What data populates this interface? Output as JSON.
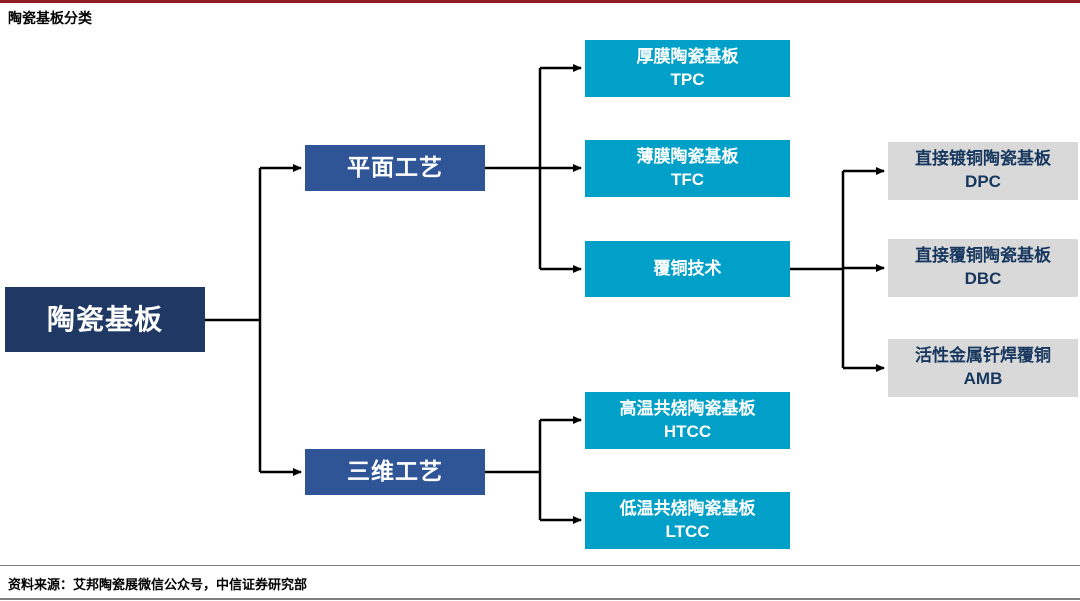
{
  "header": {
    "title": "陶瓷基板分类"
  },
  "footer": {
    "source": "资料来源：艾邦陶瓷展微信公众号，中信证券研究部"
  },
  "colors": {
    "accent_rule": "#8E1F25",
    "root_bg": "#1F3864",
    "branch_bg": "#2F5597",
    "leaf_bg": "#00A0C8",
    "gray_leaf_bg": "#D9D9D9",
    "gray_leaf_text": "#17375E",
    "connector": "#000000"
  },
  "diagram": {
    "root": {
      "label": "陶瓷基板"
    },
    "branches": [
      {
        "label": "平面工艺"
      },
      {
        "label": "三维工艺"
      }
    ],
    "planar_children": [
      {
        "name": "厚膜陶瓷基板",
        "abbr": "TPC"
      },
      {
        "name": "薄膜陶瓷基板",
        "abbr": "TFC"
      },
      {
        "name": "覆铜技术",
        "abbr": ""
      }
    ],
    "copper_children": [
      {
        "name": "直接镀铜陶瓷基板",
        "abbr": "DPC"
      },
      {
        "name": "直接覆铜陶瓷基板",
        "abbr": "DBC"
      },
      {
        "name": "活性金属钎焊覆铜",
        "abbr": "AMB"
      }
    ],
    "three_d_children": [
      {
        "name": "高温共烧陶瓷基板",
        "abbr": "HTCC"
      },
      {
        "name": "低温共烧陶瓷基板",
        "abbr": "LTCC"
      }
    ]
  }
}
